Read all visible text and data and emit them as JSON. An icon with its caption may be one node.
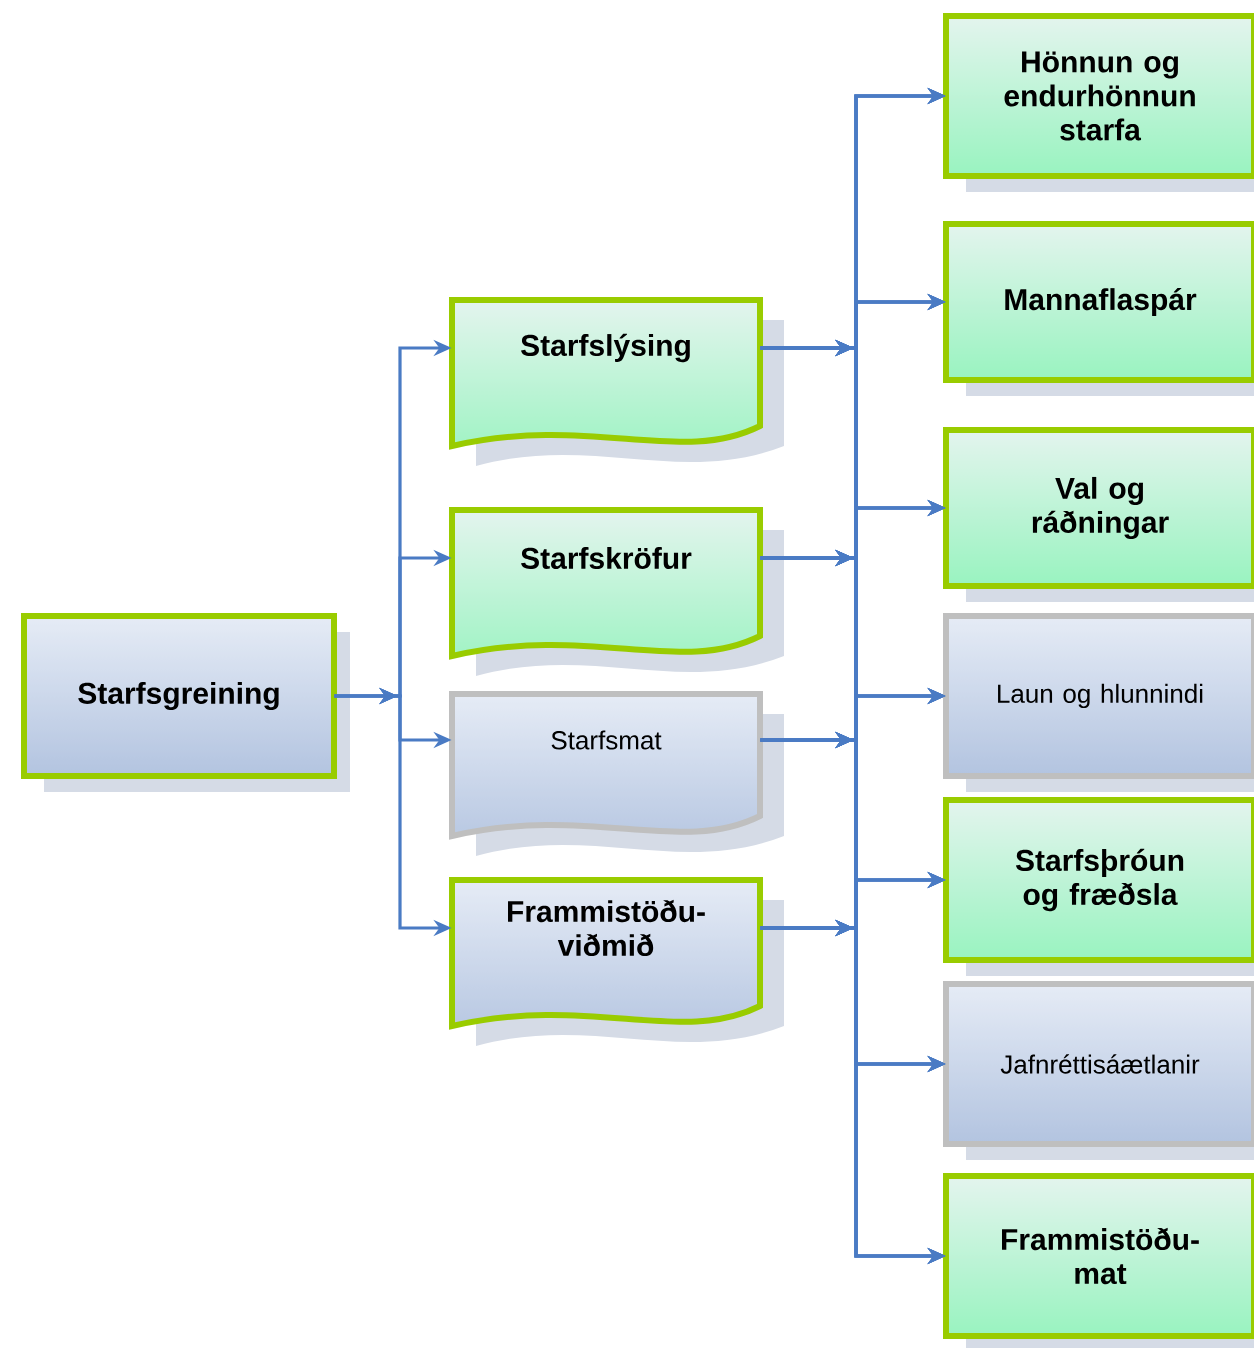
{
  "diagram": {
    "nodes": [
      {
        "text": [
          "Starfsgreining"
        ]
      },
      {
        "text": [
          "Starfslýsing"
        ]
      },
      {
        "text": [
          "Starfskröfur"
        ]
      },
      {
        "text": [
          "Starfsmat"
        ]
      },
      {
        "text": [
          "Frammistöðu-viðmið"
        ]
      },
      {
        "text": [
          "Hönnun og endurhönnun starfa"
        ]
      },
      {
        "text": [
          "Mannaflaspár"
        ]
      },
      {
        "text": [
          "Val og ráðningar"
        ]
      },
      {
        "text": [
          "Laun og hlunnindi"
        ]
      },
      {
        "text": [
          "Starfsþróun og fræðsla"
        ]
      },
      {
        "text": [
          "Jafnréttisáætlanir"
        ]
      },
      {
        "text": [
          "Frammistöðu-mat"
        ]
      }
    ],
    "edges": [
      {
        "from": 0,
        "to": 1,
        "arrow": "to"
      },
      {
        "from": 0,
        "to": 2,
        "arrow": "to"
      },
      {
        "from": 0,
        "to": 3,
        "arrow": "to"
      },
      {
        "from": 0,
        "to": 4,
        "arrow": "to"
      },
      {
        "from": 1,
        "to": 5,
        "arrow": "to"
      },
      {
        "from": 1,
        "to": 6,
        "arrow": "to"
      },
      {
        "from": 1,
        "to": 7,
        "arrow": "to"
      },
      {
        "from": 1,
        "to": 8,
        "arrow": "to"
      },
      {
        "from": 1,
        "to": 9,
        "arrow": "to"
      },
      {
        "from": 1,
        "to": 10,
        "arrow": "to"
      },
      {
        "from": 1,
        "to": 11,
        "arrow": "to"
      },
      {
        "from": 2,
        "to": 5,
        "arrow": "to"
      },
      {
        "from": 2,
        "to": 6,
        "arrow": "to"
      },
      {
        "from": 2,
        "to": 7,
        "arrow": "to"
      },
      {
        "from": 2,
        "to": 8,
        "arrow": "to"
      },
      {
        "from": 2,
        "to": 9,
        "arrow": "to"
      },
      {
        "from": 2,
        "to": 10,
        "arrow": "to"
      },
      {
        "from": 2,
        "to": 11,
        "arrow": "to"
      },
      {
        "from": 3,
        "to": 5,
        "arrow": "to"
      },
      {
        "from": 3,
        "to": 6,
        "arrow": "to"
      },
      {
        "from": 3,
        "to": 7,
        "arrow": "to"
      },
      {
        "from": 3,
        "to": 8,
        "arrow": "to"
      },
      {
        "from": 3,
        "to": 9,
        "arrow": "to"
      },
      {
        "from": 3,
        "to": 10,
        "arrow": "to"
      },
      {
        "from": 3,
        "to": 11,
        "arrow": "to"
      },
      {
        "from": 4,
        "to": 5,
        "arrow": "to"
      },
      {
        "from": 4,
        "to": 6,
        "arrow": "to"
      },
      {
        "from": 4,
        "to": 7,
        "arrow": "to"
      },
      {
        "from": 4,
        "to": 8,
        "arrow": "to"
      },
      {
        "from": 4,
        "to": 9,
        "arrow": "to"
      },
      {
        "from": 4,
        "to": 10,
        "arrow": "to"
      },
      {
        "from": 4,
        "to": 11,
        "arrow": "to"
      }
    ]
  }
}
